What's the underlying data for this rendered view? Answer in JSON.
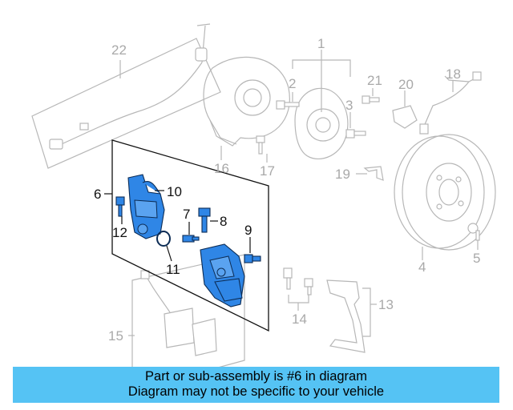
{
  "callouts": {
    "c1": "1",
    "c2": "2",
    "c3": "3",
    "c4": "4",
    "c5": "5",
    "c6": "6",
    "c7": "7",
    "c8": "8",
    "c9": "9",
    "c10": "10",
    "c11": "11",
    "c12": "12",
    "c13": "13",
    "c14": "14",
    "c15": "15",
    "c16": "16",
    "c17": "17",
    "c18": "18",
    "c19": "19",
    "c20": "20",
    "c21": "21",
    "c22": "22"
  },
  "banner": {
    "line1": "Part or sub-assembly is #6 in diagram",
    "line2": "Diagram may not be specific to your vehicle"
  },
  "colors": {
    "highlight": "#2f86e6",
    "banner": "#55c3f4"
  }
}
